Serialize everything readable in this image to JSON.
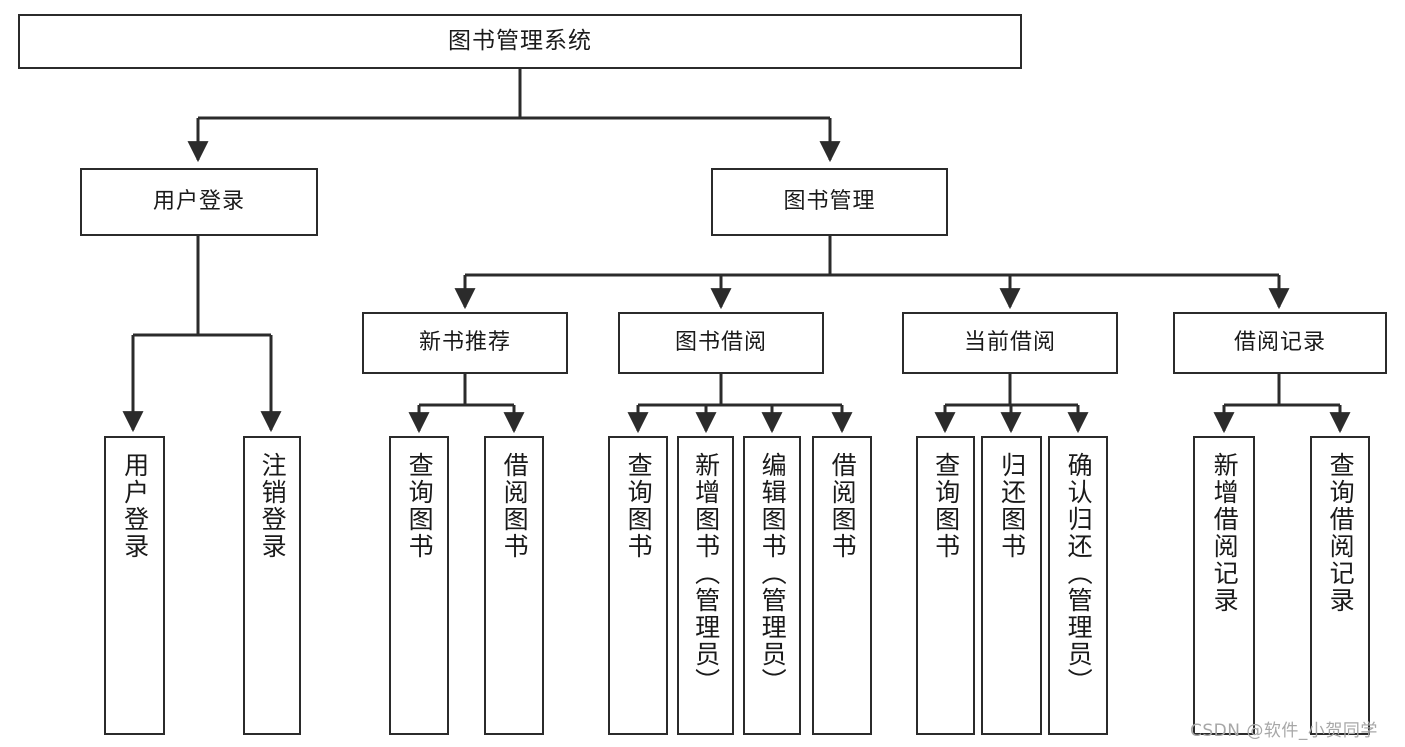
{
  "diagram": {
    "title": "图书管理系统",
    "type": "function-structure-tree",
    "watermark": "CSDN @软件_小贺同学",
    "accent_color": "#2b2b2b",
    "background_color": "#ffffff",
    "levels": {
      "root": [
        "图书管理系统"
      ],
      "level1": [
        "用户登录",
        "图书管理"
      ],
      "level2": [
        "新书推荐",
        "图书借阅",
        "当前借阅",
        "借阅记录"
      ],
      "level3": [
        "用户登录",
        "注销登录",
        "查询图书",
        "借阅图书",
        "查询图书",
        "新增图书（管理员）",
        "编辑图书（管理员）",
        "借阅图书",
        "查询图书",
        "归还图书",
        "确认归还（管理员）",
        "新增借阅记录",
        "查询借阅记录"
      ]
    },
    "nodes": {
      "root": {
        "label": "图书管理系统"
      },
      "user_login": {
        "label": "用户登录"
      },
      "book_manage": {
        "label": "图书管理"
      },
      "new_book_rec": {
        "label": "新书推荐"
      },
      "book_borrow": {
        "label": "图书借阅"
      },
      "current_borrow": {
        "label": "当前借阅"
      },
      "borrow_record": {
        "label": "借阅记录"
      },
      "leaf_user_login": {
        "label": "用户登录"
      },
      "leaf_logout": {
        "label": "注销登录"
      },
      "leaf_query_book_1": {
        "label": "查询图书"
      },
      "leaf_borrow_book_1": {
        "label": "借阅图书"
      },
      "leaf_query_book_2": {
        "label": "查询图书"
      },
      "leaf_add_book_admin": {
        "label": "新增图书（管理员）"
      },
      "leaf_edit_book_admin": {
        "label": "编辑图书（管理员）"
      },
      "leaf_borrow_book_2": {
        "label": "借阅图书"
      },
      "leaf_query_book_3": {
        "label": "查询图书"
      },
      "leaf_return_book": {
        "label": "归还图书"
      },
      "leaf_confirm_return_admin": {
        "label": "确认归还（管理员）"
      },
      "leaf_add_record": {
        "label": "新增借阅记录"
      },
      "leaf_query_record": {
        "label": "查询借阅记录"
      }
    }
  }
}
